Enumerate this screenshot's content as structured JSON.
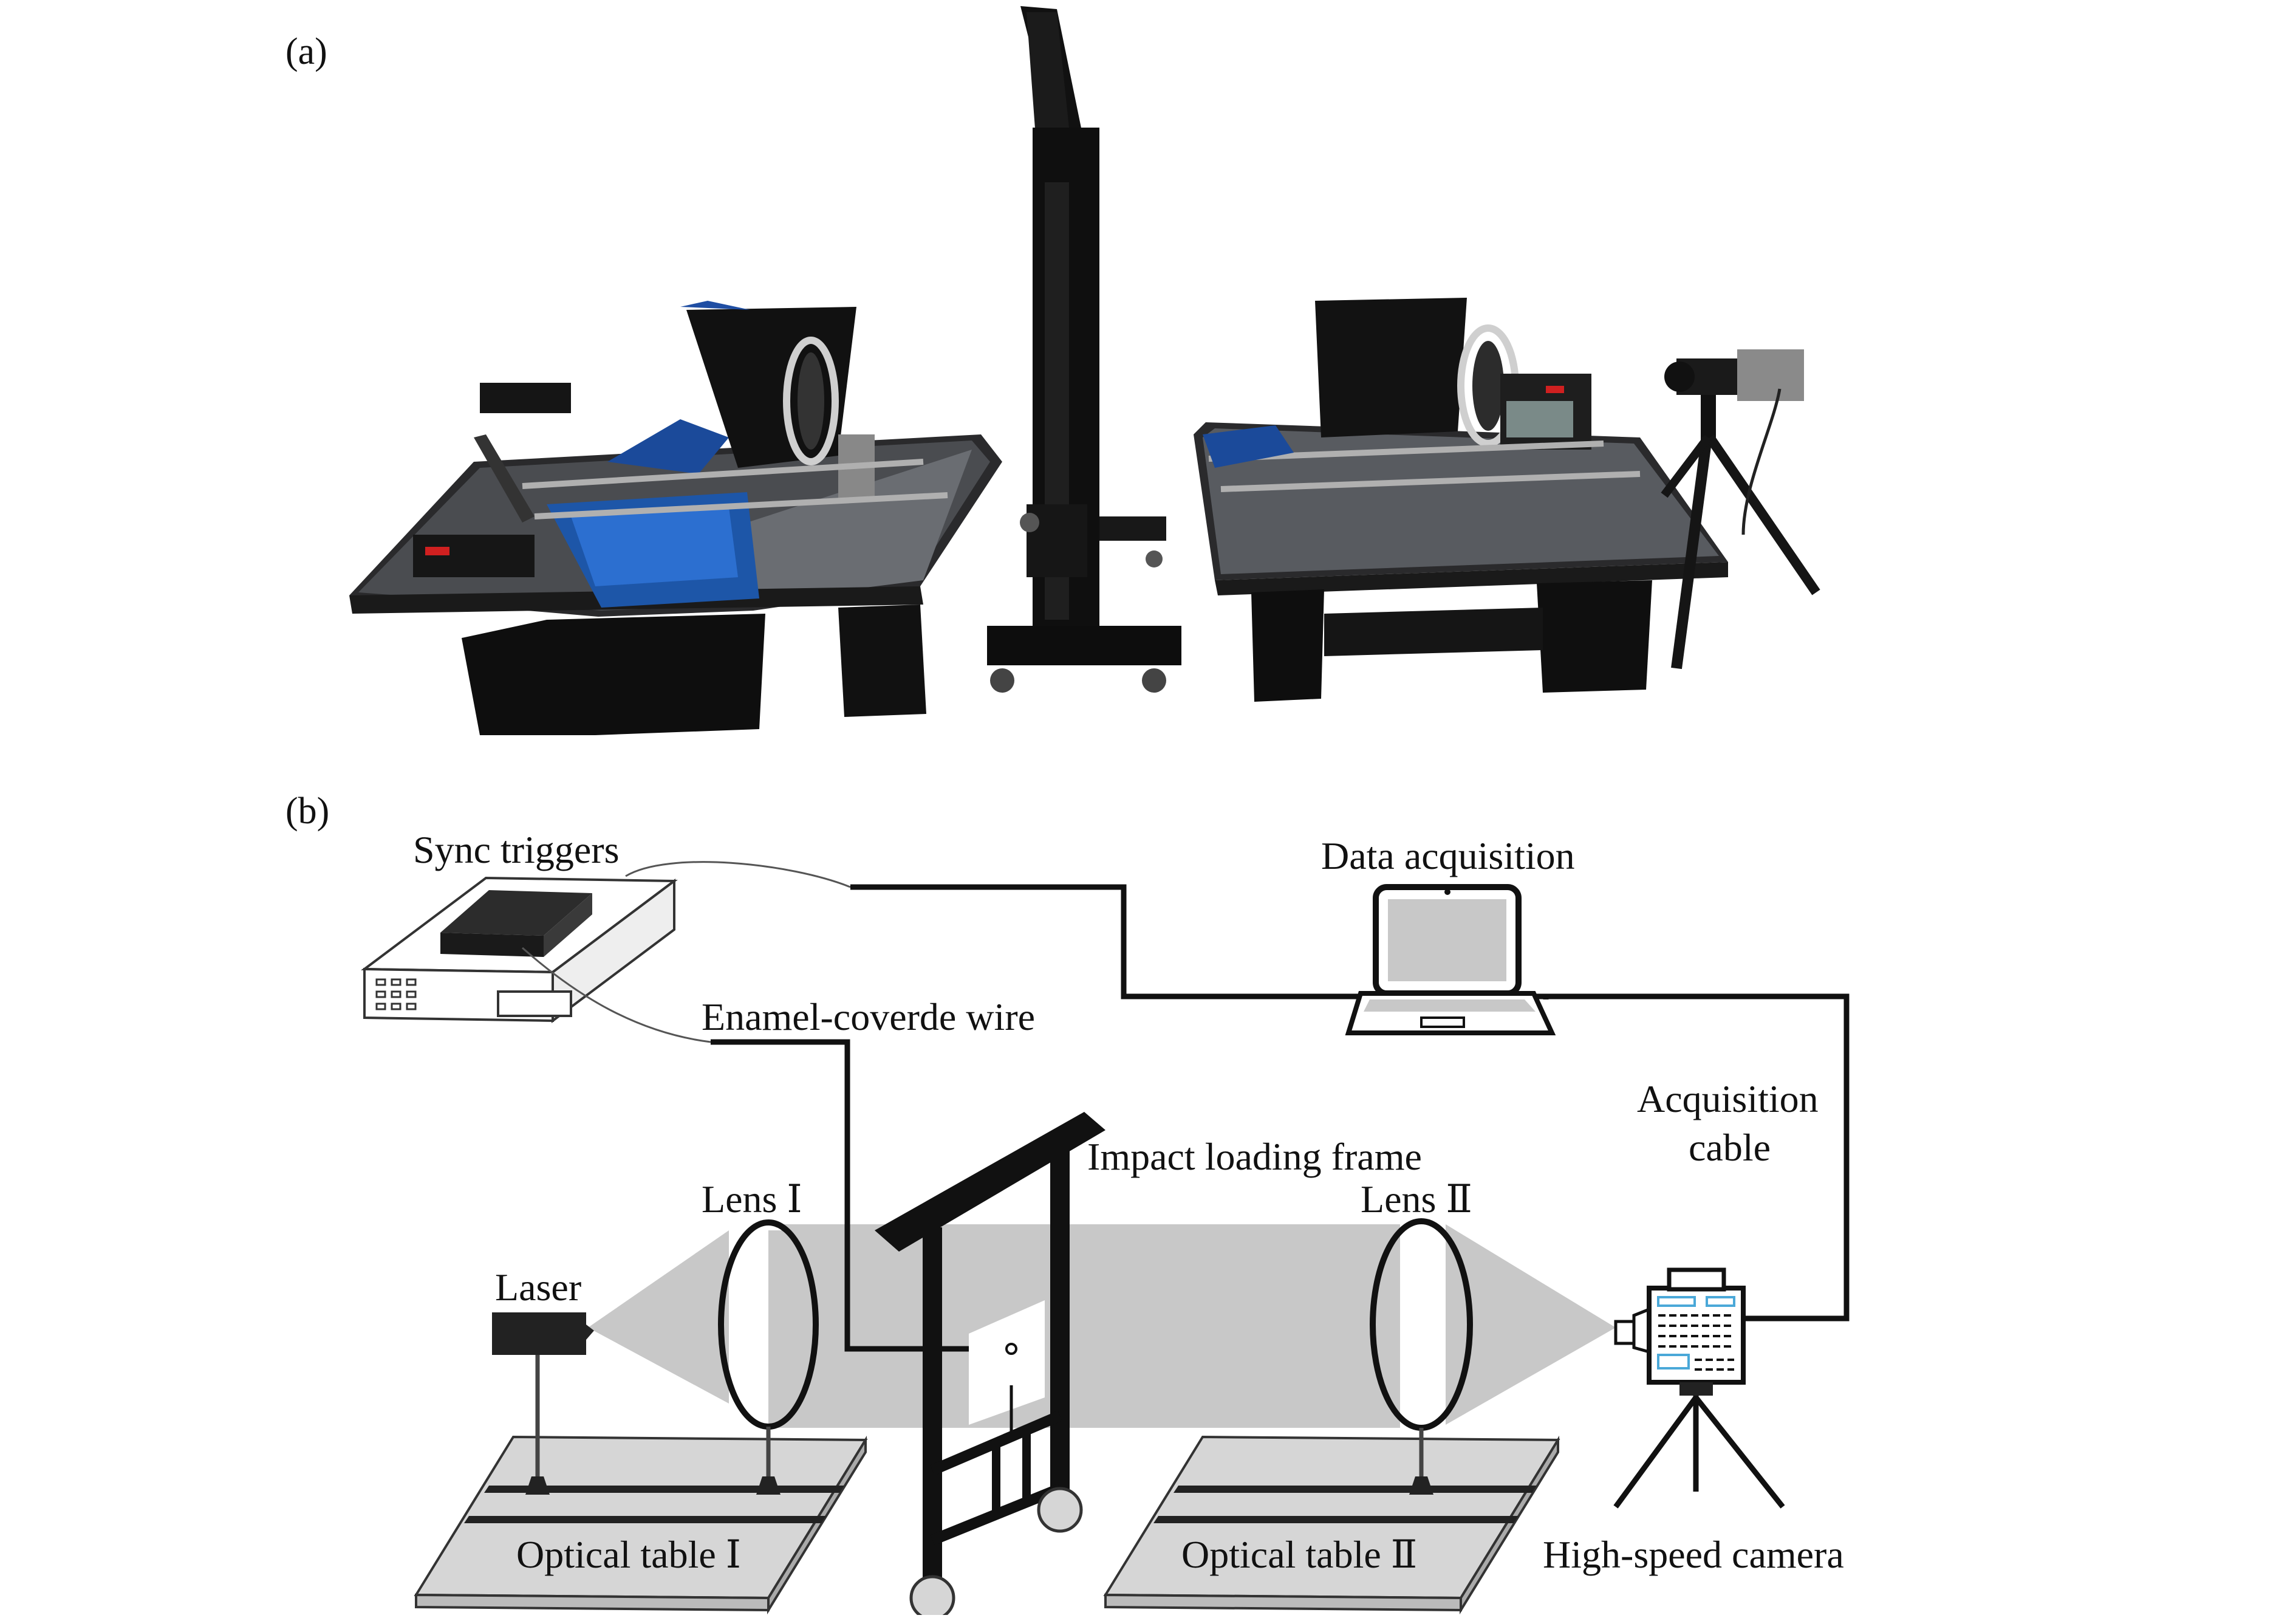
{
  "panels": {
    "a": {
      "label": "(a)"
    },
    "b": {
      "label": "(b)"
    }
  },
  "diagram": {
    "sync_triggers": "Sync triggers",
    "data_acquisition": "Data acquisition",
    "enamel_wire": "Enamel-coverde wire",
    "acquisition_cable_line1": "Acquisition",
    "acquisition_cable_line2": "cable",
    "impact_loading_frame": "Impact loading frame",
    "lens_1": "Lens Ⅰ",
    "lens_2": "Lens Ⅱ",
    "laser": "Laser",
    "optical_table_1": "Optical table Ⅰ",
    "optical_table_2": "Optical table Ⅱ",
    "high_speed_camera": "High-speed camera"
  }
}
